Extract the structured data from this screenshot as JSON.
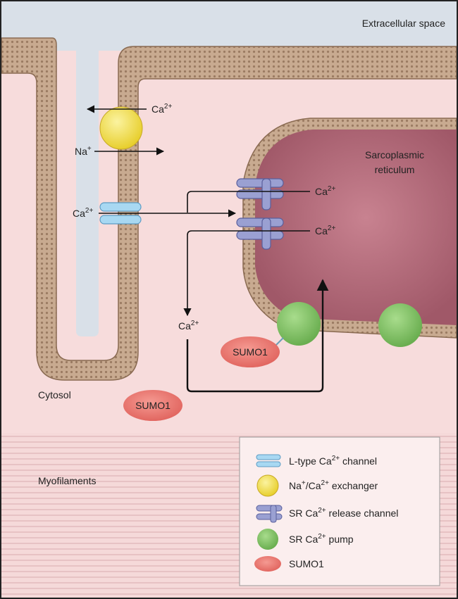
{
  "labels": {
    "extracellular": "Extracellular space",
    "cytosol": "Cytosol",
    "myofilaments": "Myofilaments",
    "sr_line1": "Sarcoplasmic",
    "sr_line2": "reticulum"
  },
  "ions": {
    "ca": "Ca",
    "ca_charge": "2+",
    "na": "Na",
    "na_charge": "+"
  },
  "sumo_labels": [
    "SUMO1",
    "SUMO1"
  ],
  "legend": {
    "items": [
      {
        "icon": "l-type-channel-icon",
        "prefix": "L-type Ca",
        "sup": "2+",
        "suffix": " channel"
      },
      {
        "icon": "exchanger-icon",
        "prefix": "Na",
        "sup": "+",
        "mid": "/Ca",
        "sup2": "2+",
        "suffix": " exchanger"
      },
      {
        "icon": "sr-release-channel-icon",
        "prefix": "SR Ca",
        "sup": "2+",
        "suffix": " release channel"
      },
      {
        "icon": "sr-pump-icon",
        "prefix": "SR Ca",
        "sup": "2+",
        "suffix": " pump"
      },
      {
        "icon": "sumo1-icon",
        "prefix": "SUMO1"
      }
    ]
  },
  "colors": {
    "background": "#f7dcdc",
    "extracellular": "#d9e0e8",
    "membrane": "#c3a48a",
    "membrane_stroke": "#8a6b52",
    "sr_fill": "#b8707e",
    "exchanger": "#f5e55c",
    "l_type_channel": "#9fd0ec",
    "release_channel": "#8e94c8",
    "pump": "#8fca73",
    "sumo": "#ee7b74"
  }
}
